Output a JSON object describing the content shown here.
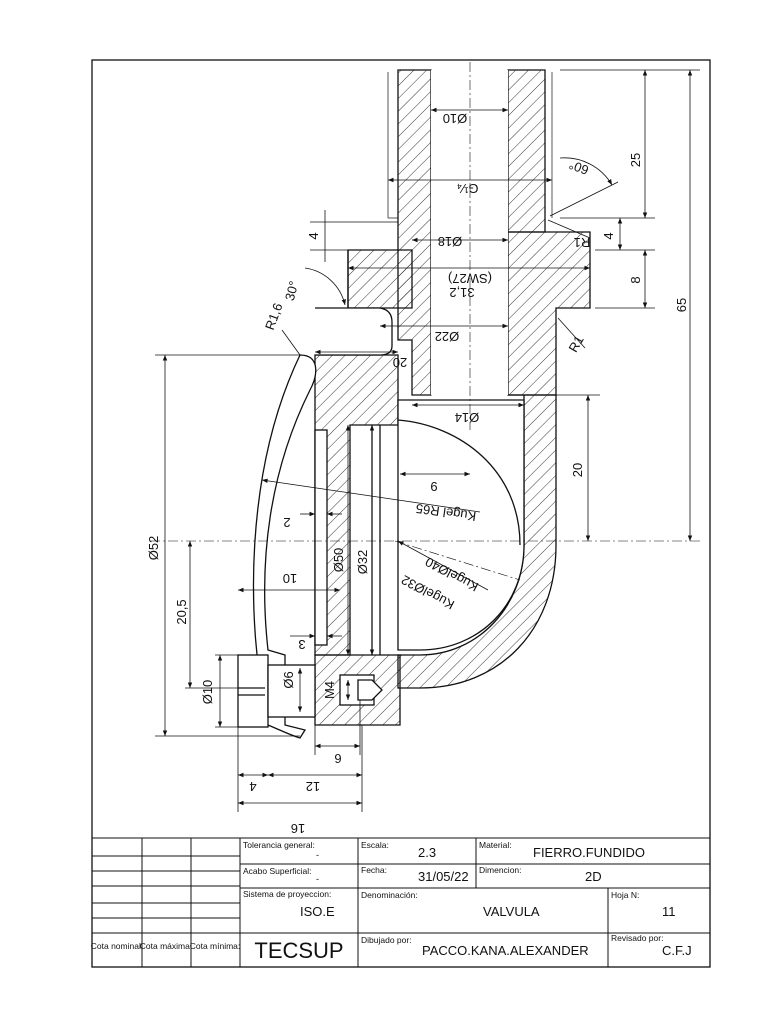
{
  "drawing": {
    "dims": {
      "d10_top": "Ø10",
      "g_thread": "G¼",
      "d18": "Ø18",
      "hex": "31,2",
      "sw": "(SW27)",
      "d22": "Ø22",
      "d20": "20",
      "d14": "Ø14",
      "nine": "9",
      "kugel_r65": "Kugel R65",
      "two": "2",
      "d50": "Ø50",
      "d32": "Ø32",
      "kugel32": "KugelØ32",
      "kugel40": "KugelØ40",
      "ten": "10",
      "three": "3",
      "d6": "Ø6",
      "m4": "M4",
      "six": "6",
      "four_b": "4",
      "twelve": "12",
      "sixteen": "16",
      "d52": "Ø52",
      "v20_5": "20,5",
      "d10_screw": "Ø10",
      "angle60": "60°",
      "angle30": "30°",
      "r1_top": "R1",
      "r1_bottom": "R1",
      "r16": "R1,6",
      "v25": "25",
      "v4_right": "4",
      "v8": "8",
      "v65": "65",
      "v20_right": "20",
      "v4_left": "4"
    }
  },
  "title_block": {
    "tolerancia_label": "Tolerancia general:",
    "tolerancia_value": "-",
    "acabo_label": "Acabo Superficial:",
    "acabo_value": "-",
    "sistema_label": "Sistema de proyeccion:",
    "sistema_value": "ISO.E",
    "cota_nominal": "Cota nominal:",
    "cota_maxima": "Cota máxima:",
    "cota_minima": "Cota mínima:",
    "logo": "TECSUP",
    "escala_label": "Escala:",
    "escala_value": "2.3",
    "fecha_label": "Fecha:",
    "fecha_value": "31/05/22",
    "material_label": "Material:",
    "material_value": "FIERRO.FUNDIDO",
    "dimencion_label": "Dimencion:",
    "dimencion_value": "2D",
    "denominacion_label": "Denominación:",
    "denominacion_value": "VALVULA",
    "hoja_label": "Hoja N:",
    "hoja_value": "11",
    "dibujado_label": "Dibujado por:",
    "dibujado_value": "PACCO.KANA.ALEXANDER",
    "revisado_label": "Revisado por:",
    "revisado_value": "C.F.J"
  }
}
